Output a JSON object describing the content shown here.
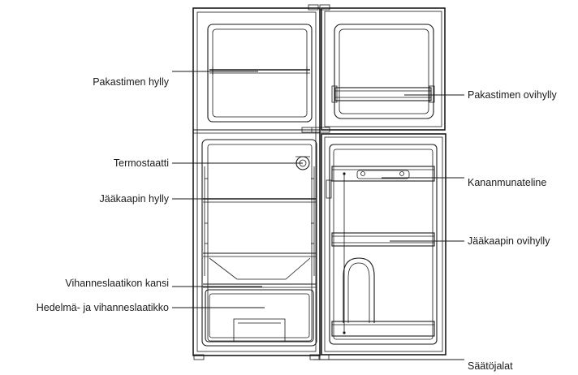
{
  "labels": {
    "left": [
      "Pakastimen hylly",
      "Termostaatti",
      "Jääkaapin hylly",
      "Vihanneslaatikon kansi",
      "Hedelmä- ja vihanneslaatikko"
    ],
    "right": [
      "Pakastimen ovihylly",
      "Kananmunateline",
      "Jääkaapin ovihylly",
      "Säätöjalat"
    ]
  },
  "colors": {
    "line": "#1a1a1a",
    "background": "#ffffff"
  }
}
